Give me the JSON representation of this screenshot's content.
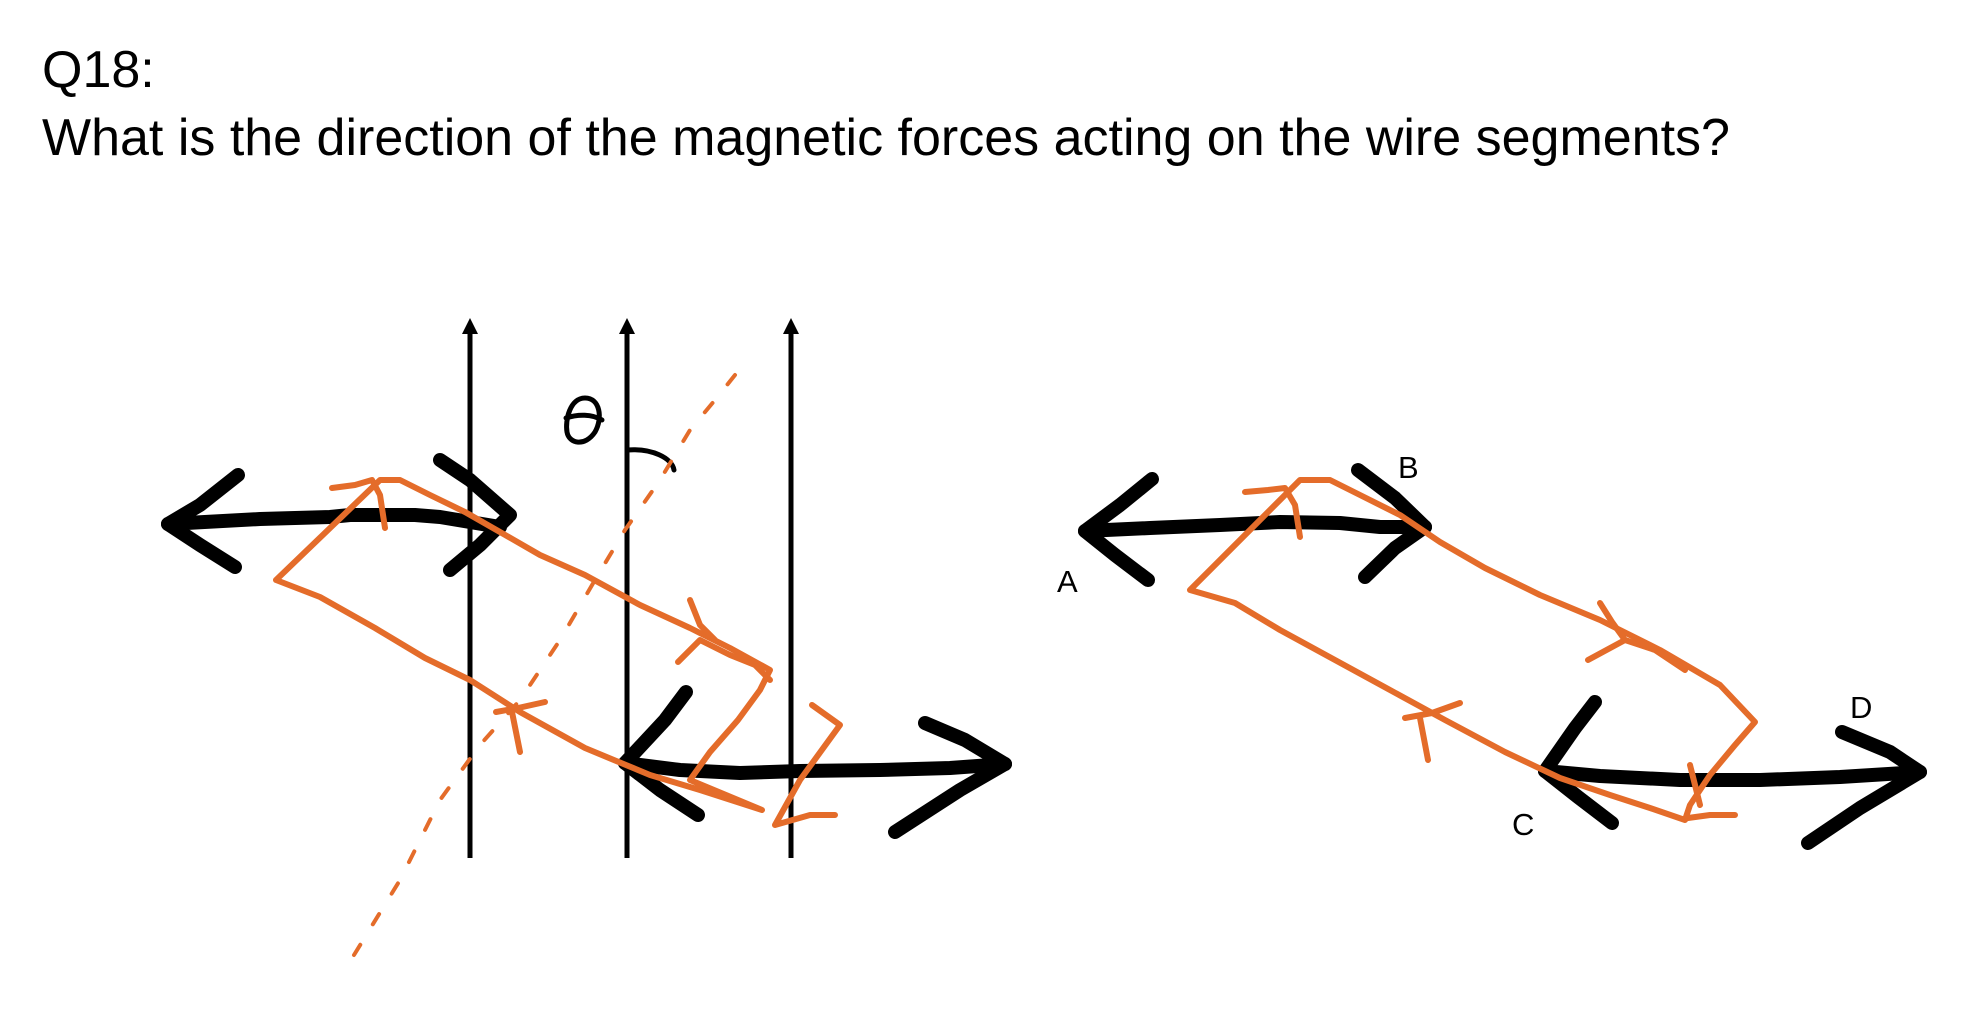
{
  "slide": {
    "title": "Q18:",
    "question": "What is the direction of the magnetic forces acting on the wire segments?"
  },
  "right_diagram": {
    "labels": {
      "a": "A",
      "b": "B",
      "c": "C",
      "d": "D"
    }
  },
  "colors": {
    "field_lines": "#000000",
    "force_arrows": "#000000",
    "wire_loop": "#E46C2A",
    "background": "#FFFFFF"
  }
}
